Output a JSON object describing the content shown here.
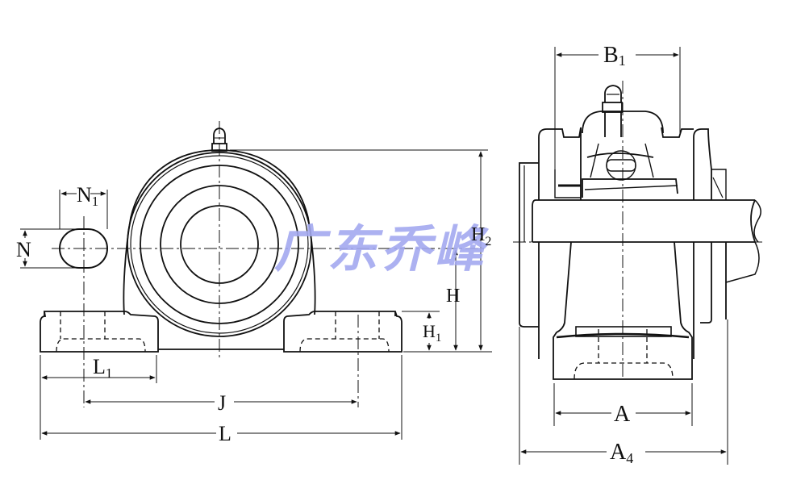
{
  "diagram": {
    "title": "Pillow block bearing unit dimension drawing",
    "watermark": {
      "text": "广东乔峰",
      "color": "#a3a8f0"
    },
    "line_color": "#111111",
    "views": [
      {
        "name": "front-view",
        "description": "Front elevation of pillow block housing with bore and bolt slots"
      },
      {
        "name": "side-view",
        "description": "Side section of housing with shaft, insert bearing and grease nipple"
      }
    ],
    "labels": {
      "N1": {
        "main": "N",
        "sub": "1"
      },
      "N": {
        "main": "N",
        "sub": ""
      },
      "H2": {
        "main": "H",
        "sub": "2"
      },
      "H": {
        "main": "H",
        "sub": ""
      },
      "H1": {
        "main": "H",
        "sub": "1"
      },
      "L1": {
        "main": "L",
        "sub": "1"
      },
      "J": {
        "main": "J",
        "sub": ""
      },
      "L": {
        "main": "L",
        "sub": ""
      },
      "B1": {
        "main": "B",
        "sub": "1"
      },
      "A": {
        "main": "A",
        "sub": ""
      },
      "A4": {
        "main": "A",
        "sub": "4"
      }
    }
  }
}
